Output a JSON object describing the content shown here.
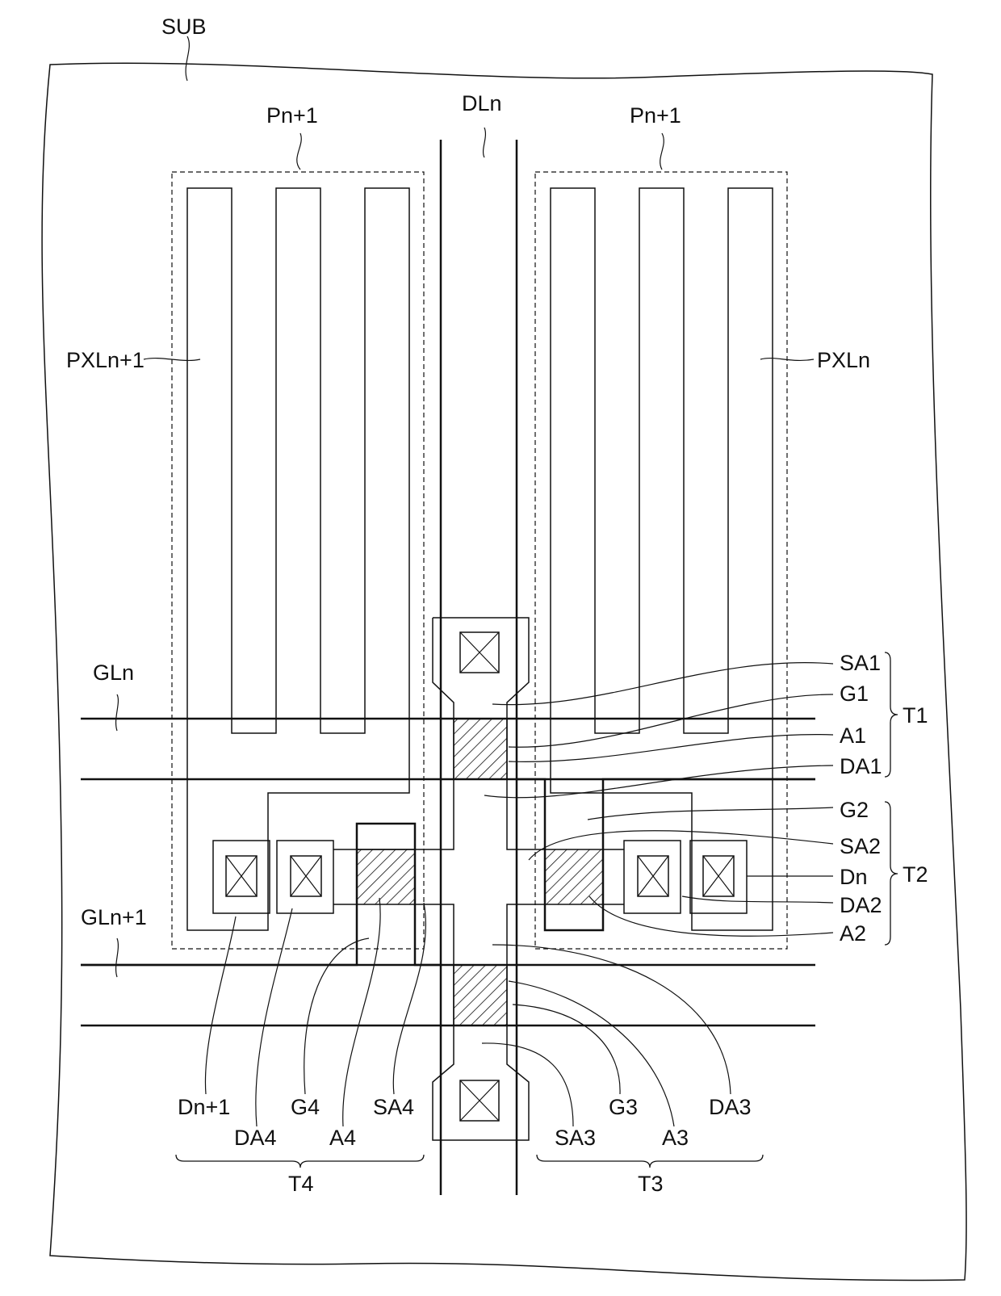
{
  "labels": {
    "substrate": "SUB",
    "data_line": "DLn",
    "pixel_left_region": "Pn+1",
    "pixel_right_region": "Pn+1",
    "pixel_left_electrode": "PXLn+1",
    "pixel_right_electrode": "PXLn",
    "gate_line_n": "GLn",
    "gate_line_n1": "GLn+1",
    "sa1": "SA1",
    "g1": "G1",
    "a1": "A1",
    "da1": "DA1",
    "t1": "T1",
    "g2": "G2",
    "sa2": "SA2",
    "dn": "Dn",
    "da2": "DA2",
    "a2": "A2",
    "t2": "T2",
    "dn1": "Dn+1",
    "da4": "DA4",
    "g4": "G4",
    "a4": "A4",
    "sa4": "SA4",
    "t4": "T4",
    "sa3": "SA3",
    "g3": "G3",
    "a3": "A3",
    "da3": "DA3",
    "t3": "T3"
  },
  "colors": {
    "line": "#111111",
    "background": "#ffffff"
  }
}
